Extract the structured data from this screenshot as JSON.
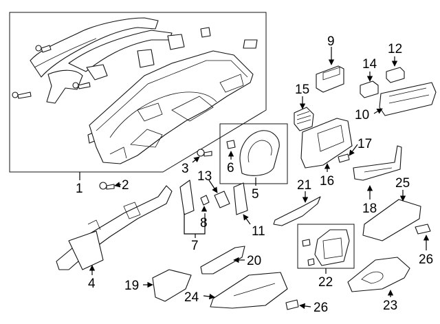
{
  "diagram": {
    "callouts": {
      "c1": "1",
      "c2": "2",
      "c3": "3",
      "c4": "4",
      "c5": "5",
      "c6": "6",
      "c7": "7",
      "c8": "8",
      "c9": "9",
      "c10": "10",
      "c11": "11",
      "c12": "12",
      "c13": "13",
      "c14": "14",
      "c15": "15",
      "c16": "16",
      "c17": "17",
      "c18": "18",
      "c19": "19",
      "c20": "20",
      "c21": "21",
      "c22": "22",
      "c23": "23",
      "c24": "24",
      "c25": "25",
      "c26a": "26",
      "c26b": "26"
    }
  }
}
